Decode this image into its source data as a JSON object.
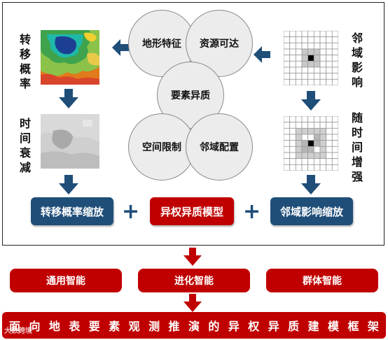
{
  "left": {
    "label1": [
      "转",
      "移",
      "概",
      "率"
    ],
    "label2": [
      "时",
      "间",
      "衰",
      "减"
    ],
    "button": "转移概率缩放"
  },
  "right": {
    "label1": [
      "邻",
      "域",
      "影",
      "响"
    ],
    "label2": [
      "随",
      "时",
      "间",
      "增",
      "强"
    ],
    "button": "邻域影响缩放"
  },
  "center": {
    "circles": [
      "地形特征",
      "资源可达",
      "要素异质",
      "空间限制",
      "邻域配置"
    ],
    "button": "异权异质模型"
  },
  "plus": "+",
  "tiers": [
    "通用智能",
    "进化智能",
    "群体智能"
  ],
  "bottom": [
    "面",
    "向",
    "地",
    "表",
    "要",
    "素",
    "观",
    "测",
    "推",
    "演",
    "的",
    "异",
    "权",
    "异",
    "质",
    "建",
    "模",
    "框",
    "架"
  ],
  "watermark": "大数跨境",
  "colors": {
    "navy": "#1f4e79",
    "red": "#c00000"
  }
}
